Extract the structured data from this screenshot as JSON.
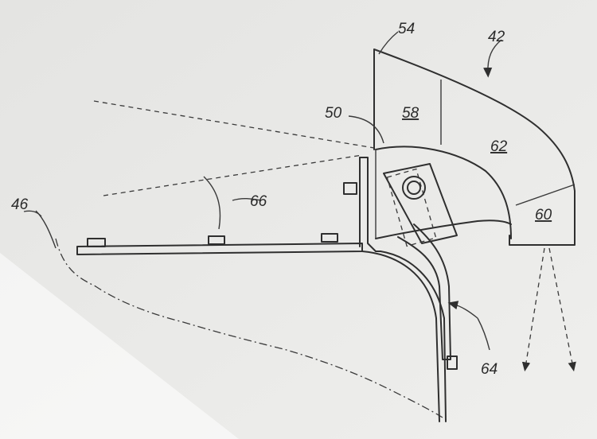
{
  "figure": {
    "labels": {
      "assembly": "42",
      "left_part": "46",
      "pivot": "50",
      "hood": "54",
      "upper_panel": "58",
      "curved_panel": "62",
      "outlet_panel": "60",
      "deflector": "64",
      "angle": "66"
    }
  }
}
